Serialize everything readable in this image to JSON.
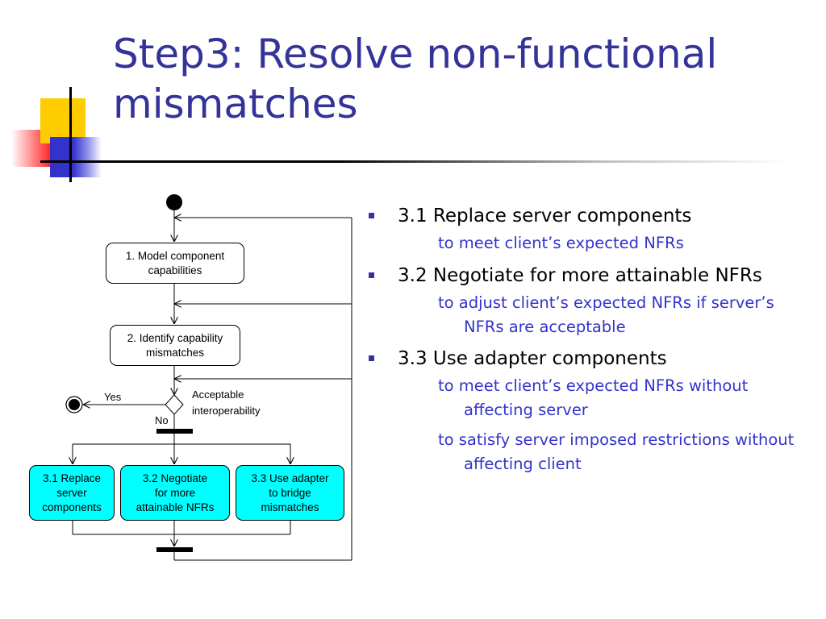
{
  "slide": {
    "title": "Step3: Resolve non-functional mismatches"
  },
  "diagram": {
    "nodes": [
      {
        "id": "n1",
        "lines": [
          "1. Model component",
          "capabilities"
        ],
        "fill": "#ffffff"
      },
      {
        "id": "n2",
        "lines": [
          "2. Identify capability",
          "mismatches"
        ],
        "fill": "#ffffff"
      },
      {
        "id": "n31",
        "lines": [
          "3.1 Replace",
          "server",
          "components"
        ],
        "fill": "#00ffff"
      },
      {
        "id": "n32",
        "lines": [
          "3.2 Negotiate",
          "for more",
          "attainable NFRs"
        ],
        "fill": "#00ffff"
      },
      {
        "id": "n33",
        "lines": [
          "3.3 Use adapter",
          "to bridge",
          "mismatches"
        ],
        "fill": "#00ffff"
      }
    ],
    "decision_label": [
      "Acceptable",
      "interoperability"
    ],
    "yes_label": "Yes",
    "no_label": "No"
  },
  "bullets": [
    {
      "text": "3.1 Replace server components",
      "subs": [
        "to meet client’s expected NFRs"
      ]
    },
    {
      "text": "3.2 Negotiate for more attainable NFRs",
      "subs": [
        "to adjust client’s expected NFRs if server’s NFRs are acceptable"
      ]
    },
    {
      "text": "3.3 Use adapter components",
      "subs": [
        "to meet client’s expected NFRs without affecting server",
        "to satisfy server imposed restrictions without affecting client"
      ]
    }
  ],
  "colors": {
    "title": "#333399",
    "sub_text": "#3333cc",
    "bullet_marker": "#333399",
    "highlight_fill": "#00ffff"
  }
}
